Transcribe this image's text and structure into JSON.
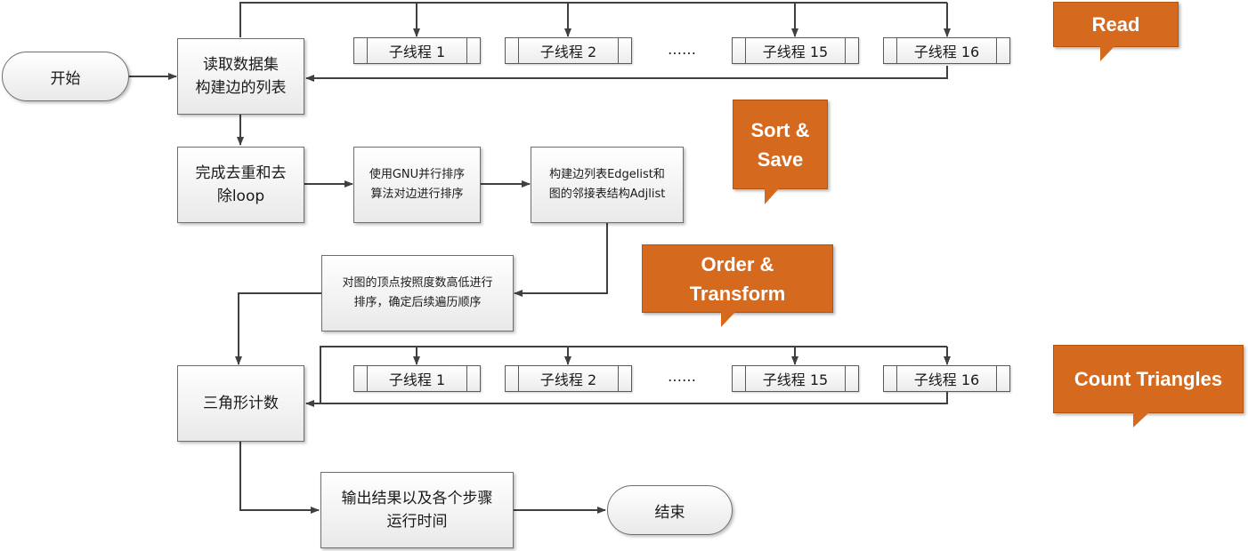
{
  "nodes": {
    "start": "开始",
    "read_line1": "读取数据集",
    "read_line2": "构建边的列表",
    "dedup_line1": "完成去重和去",
    "dedup_line2": "除loop",
    "sort_line1": "使用GNU并行排序",
    "sort_line2": "算法对边进行排序",
    "build_line1": "构建边列表Edgelist和",
    "build_line2": "图的邻接表结构Adjlist",
    "order_line1": "对图的顶点按照度数高低进行",
    "order_line2": "排序，确定后续遍历顺序",
    "count": "三角形计数",
    "output_line1": "输出结果以及各个步骤",
    "output_line2": "运行时间",
    "end": "结束"
  },
  "threads": [
    "子线程 1",
    "子线程 2",
    "子线程 15",
    "子线程 16"
  ],
  "ellipsis": "……",
  "callouts": {
    "read": "Read",
    "sort_line1": "Sort &",
    "sort_line2": "Save",
    "order_line1": "Order &",
    "order_line2": "Transform",
    "count": "Count Triangles"
  },
  "colors": {
    "callout": "#d5691e",
    "line": "#404040"
  }
}
